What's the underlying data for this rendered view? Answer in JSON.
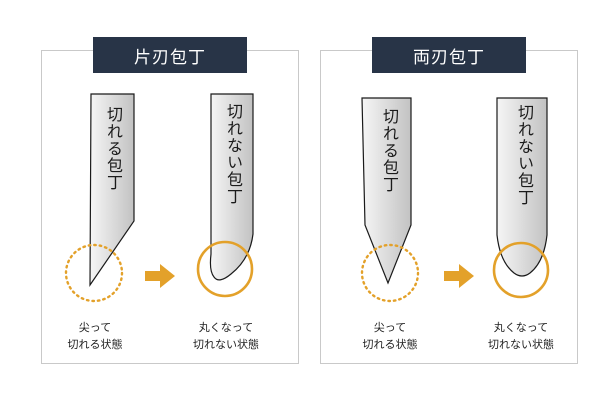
{
  "panels": [
    {
      "title": "片刃包丁",
      "knives": [
        {
          "label": "切れる包丁",
          "caption": [
            "尖って",
            "切れる状態"
          ]
        },
        {
          "label": "切れない包丁",
          "caption": [
            "丸くなって",
            "切れない状態"
          ]
        }
      ]
    },
    {
      "title": "両刃包丁",
      "knives": [
        {
          "label": "切れる包丁",
          "caption": [
            "尖って",
            "切れる状態"
          ]
        },
        {
          "label": "切れない包丁",
          "caption": [
            "丸くなって",
            "切れない状態"
          ]
        }
      ]
    }
  ],
  "colors": {
    "header_bg": "#283447",
    "accent": "#e3a12a",
    "blade_dark": "#c4c4c4",
    "blade_light": "#f5f5f5"
  }
}
